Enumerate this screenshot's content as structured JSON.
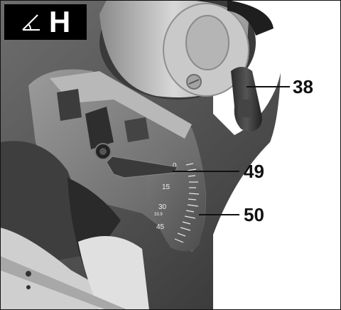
{
  "figure": {
    "title_letter": "H",
    "title_icon": "angle-icon",
    "callouts": [
      {
        "number": "38",
        "part": "lever"
      },
      {
        "number": "49",
        "part": "pointer"
      },
      {
        "number": "50",
        "part": "angle-scale"
      }
    ],
    "scale_labels": [
      "0",
      "15",
      "30",
      "45"
    ],
    "scale_small_label": "33.9",
    "colors": {
      "frame": "#111111",
      "label": "#111111",
      "title_bg": "#000000",
      "title_fg": "#ffffff"
    }
  }
}
